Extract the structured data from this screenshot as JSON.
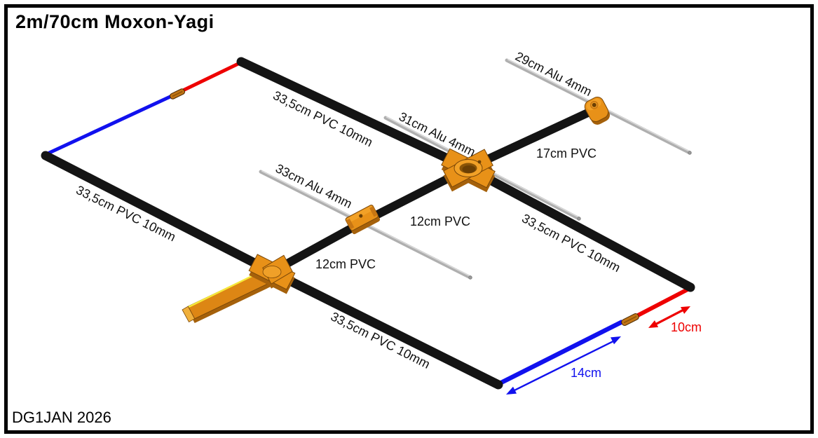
{
  "title": "2m/70cm Moxon-Yagi",
  "credit": "DG1JAN 2026",
  "colors": {
    "pvc_tube": "#141414",
    "alu_rod": "#afafaf",
    "bracket_orange": "#e89118",
    "driven_wire_red": "#ee0000",
    "reflector_wire_blue": "#1111ee",
    "background": "#ffffff",
    "border": "#000000"
  },
  "labels": {
    "spreader_top": "33,5cm PVC 10mm",
    "spreader_left": "33,5cm PVC 10mm",
    "spreader_right": "33,5cm PVC 10mm",
    "spreader_bottom": "33,5cm PVC 10mm",
    "director_rod": "29cm Alu 4mm",
    "middle_rod": "31cm Alu 4mm",
    "rear_rod": "33cm Alu 4mm",
    "boom_front": "17cm PVC",
    "boom_mid": "12cm PVC",
    "boom_rear": "12cm PVC",
    "dim_red_tail": "10cm",
    "dim_blue_tail": "14cm"
  }
}
